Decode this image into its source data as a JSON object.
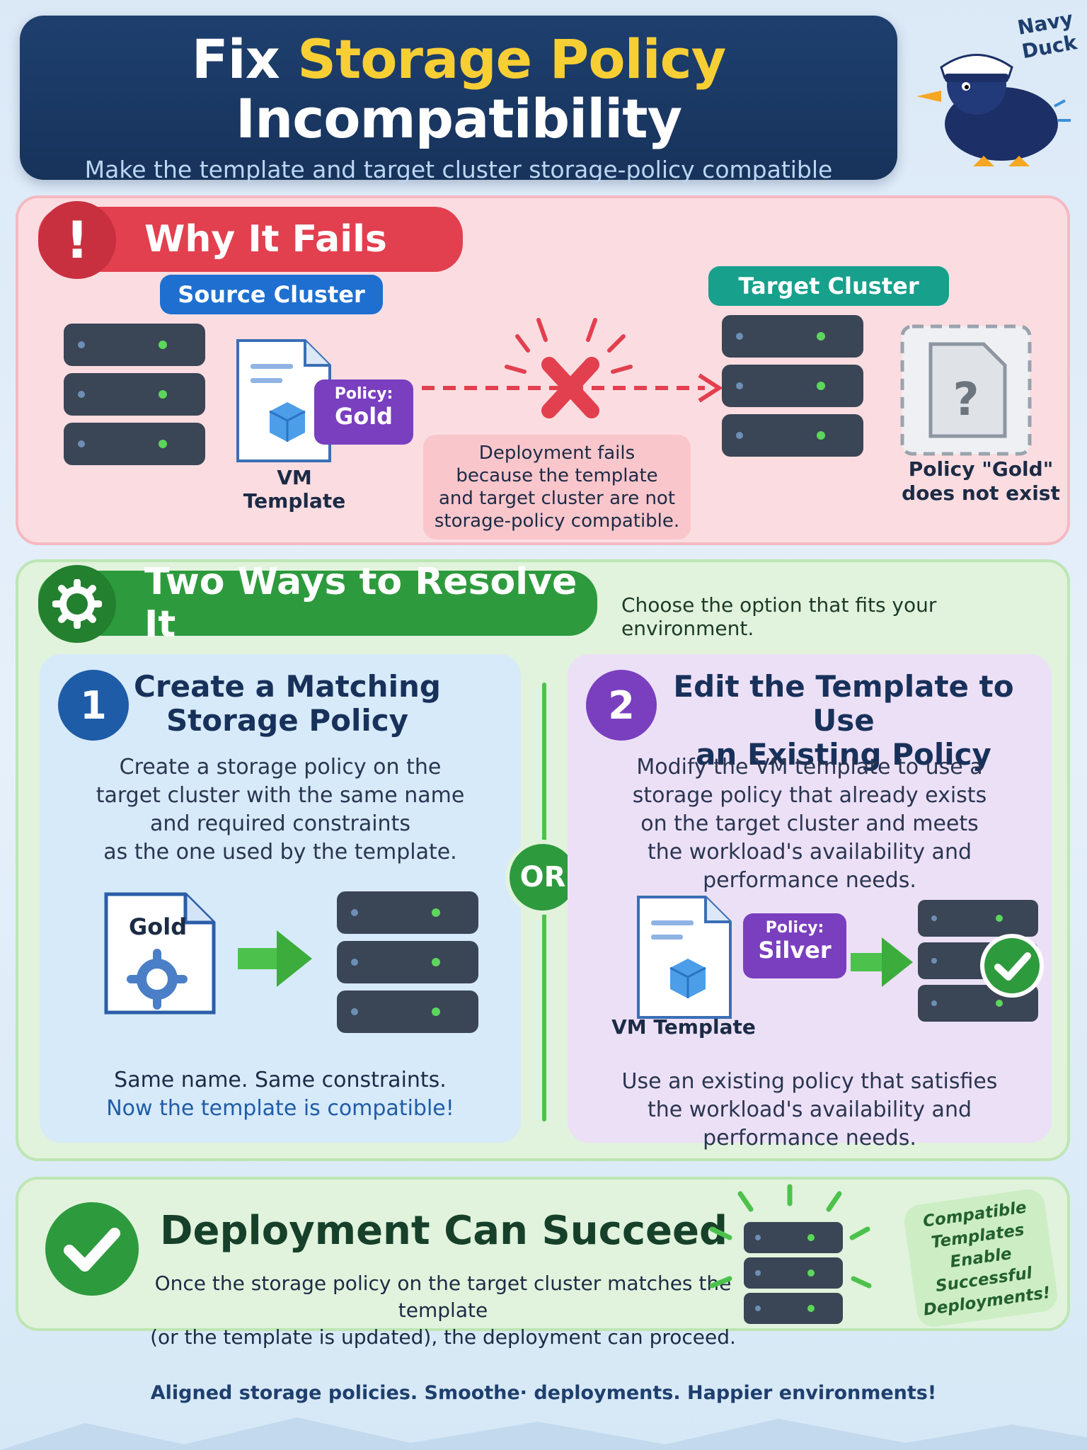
{
  "header": {
    "title_prefix": "Fix",
    "title_accent": "Storage Policy",
    "title_line2": "Incompatibility",
    "subtitle": "Make the template and target cluster storage-policy compatible"
  },
  "mascot": {
    "label_line1": "Navy",
    "label_line2": "Duck"
  },
  "why": {
    "heading": "Why It Fails",
    "source_label": "Source Cluster",
    "target_label": "Target Cluster",
    "template_label": "VM Template",
    "policy_small": "Policy:",
    "policy_name": "Gold",
    "error_lines": [
      "Deployment fails",
      "because the template",
      "and target cluster are not",
      "storage-policy compatible."
    ],
    "missing_lines": [
      "Policy \"Gold\"",
      "does not exist"
    ]
  },
  "resolve": {
    "heading": "Two Ways to Resolve It",
    "hint": "Choose the option that fits your environment.",
    "or_label": "OR",
    "option1": {
      "number": "1",
      "title_line1": "Create a Matching",
      "title_line2": "Storage Policy",
      "body_lines": [
        "Create a storage policy on the",
        "target cluster with the same name",
        "and required constraints",
        "as the one used by the template."
      ],
      "doc_label": "Gold",
      "footer_line1": "Same name. Same constraints.",
      "footer_line2": "Now the template is compatible!"
    },
    "option2": {
      "number": "2",
      "title_line1": "Edit the Template to Use",
      "title_line2": "an Existing Policy",
      "body_lines": [
        "Modify the VM template to use a",
        "storage policy that already exists",
        "on the target cluster and meets",
        "the workload's availability and",
        "performance needs."
      ],
      "template_label": "VM Template",
      "policy_small": "Policy:",
      "policy_name": "Silver",
      "footer_lines": [
        "Use an existing policy that satisfies",
        "the workload's availability and",
        "performance needs."
      ]
    }
  },
  "succeed": {
    "heading": "Deployment Can Succeed",
    "body_line1": "Once the storage policy on the target cluster matches the template",
    "body_line2": "(or the template is updated), the deployment can proceed.",
    "note_lines": [
      "Compatible",
      "Templates",
      "Enable",
      "Successful",
      "Deployments!"
    ]
  },
  "footer": {
    "tagline": "Aligned storage policies. Smoothe· deployments. Happier environments!"
  },
  "colors": {
    "navy": "#17335b",
    "accent_yellow": "#f7cf35",
    "red": "#e2404f",
    "blue": "#1e6fd0",
    "teal": "#17a08c",
    "green": "#2e9a3e",
    "purple": "#7a3fbf"
  }
}
